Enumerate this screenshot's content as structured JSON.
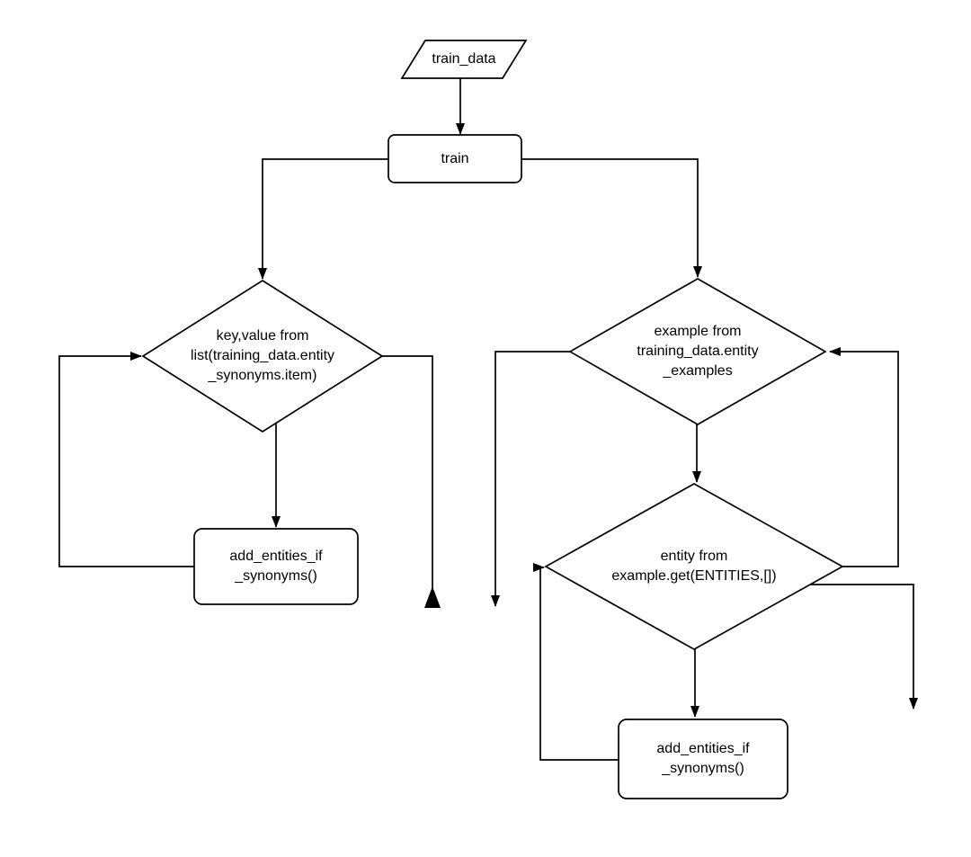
{
  "colors": {
    "stroke": "#000000",
    "node_fill": "#ffffff",
    "background": "#ffffff"
  },
  "nodes": {
    "train_data": {
      "label": "train_data",
      "shape": "parallelogram"
    },
    "train": {
      "label": "train",
      "shape": "rounded-rectangle"
    },
    "left_loop": {
      "label": "key,value from\nlist(training_data.entity\n_synonyms.item)",
      "shape": "diamond"
    },
    "left_call": {
      "label": "add_entities_if\n_synonyms()",
      "shape": "rounded-rectangle"
    },
    "outer_loop": {
      "label": "example from\ntraining_data.entity\n_examples",
      "shape": "diamond"
    },
    "inner_loop": {
      "label": "entity from\nexample.get(ENTITIES,[])",
      "shape": "diamond"
    },
    "inner_call": {
      "label": "add_entities_if\n_synonyms()",
      "shape": "rounded-rectangle"
    }
  }
}
